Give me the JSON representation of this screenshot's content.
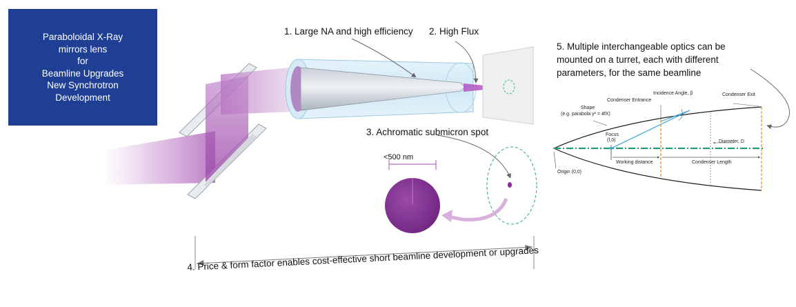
{
  "title_box": {
    "lines": [
      "Paraboloidal X-Ray",
      "mirrors lens",
      "for",
      "Beamline Upgrades",
      "New Synchrotron",
      "Development"
    ],
    "color": "#1f3f95"
  },
  "callouts": {
    "c1": "1. Large NA and high efficiency",
    "c2": "2. High Flux",
    "c3": "3. Achromatic submicron spot",
    "c4": "4. Price & form factor enables cost-effective short beamline development or upgrades",
    "c5_lines": [
      "5. Multiple interchangeable optics can be",
      "mounted on a turret, each with different",
      "parameters, for the same beamline"
    ]
  },
  "spot": {
    "size_label": "<500 nm",
    "color": "#7a2a8c"
  },
  "parabola": {
    "shape": "Shape",
    "shape_eq": "(e.g. parabola y² = 4fX)",
    "condenser_entrance": "Condenser Entrance",
    "incidence_angle": "Incidence Angle, β",
    "condenser_exit": "Condenser Exit",
    "focus": "Focus",
    "focus_coord": "(f,0)",
    "diameter": "Diameter, D",
    "working_distance": "Working distance",
    "condenser_length": "Condenser Length",
    "origin": "Origin (0,0)",
    "axis_color": "#1a9f7a",
    "ray_color": "#3aa7d9",
    "marker_color": "#e88a1a"
  }
}
